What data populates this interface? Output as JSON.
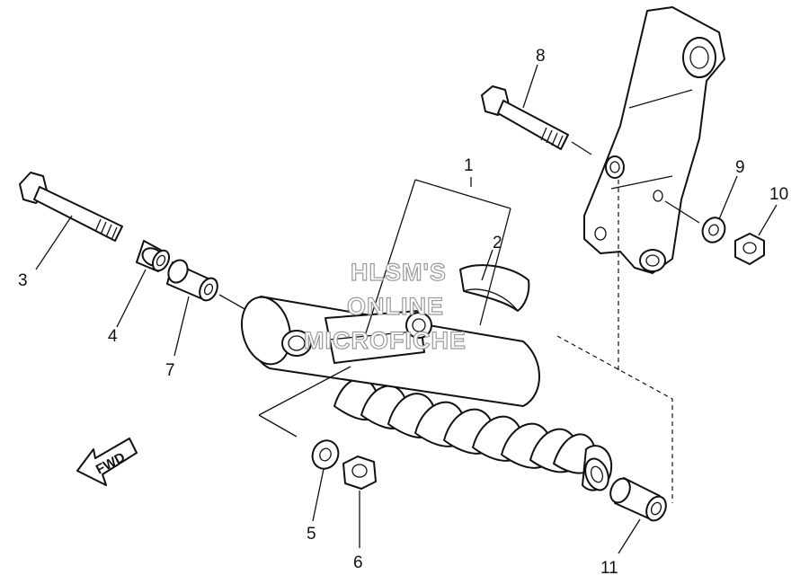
{
  "diagram": {
    "callouts": [
      {
        "id": "1",
        "label": "1"
      },
      {
        "id": "2",
        "label": "2"
      },
      {
        "id": "3",
        "label": "3"
      },
      {
        "id": "4",
        "label": "4"
      },
      {
        "id": "5",
        "label": "5"
      },
      {
        "id": "6",
        "label": "6"
      },
      {
        "id": "7",
        "label": "7"
      },
      {
        "id": "8",
        "label": "8"
      },
      {
        "id": "9",
        "label": "9"
      },
      {
        "id": "10",
        "label": "10"
      },
      {
        "id": "11",
        "label": "11"
      }
    ],
    "watermark": {
      "line1": "HLSM'S",
      "line2": "ONLINE",
      "line3": "MICROFICHE"
    },
    "direction_arrow": {
      "label": "FWD"
    }
  }
}
